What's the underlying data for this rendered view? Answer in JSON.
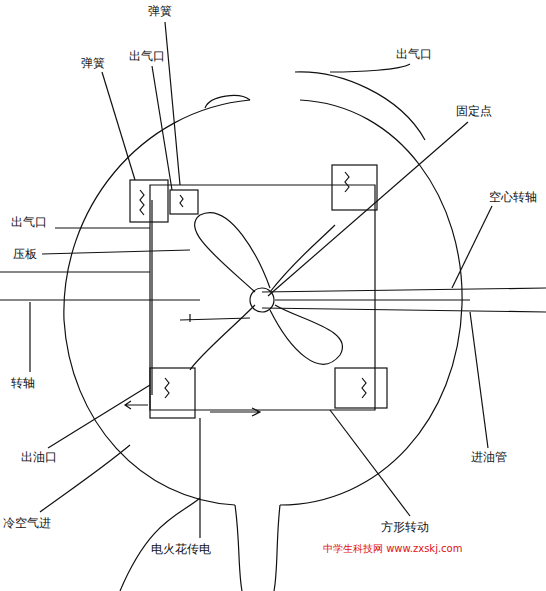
{
  "diagram": {
    "labels": [
      "弹簧",
      "弹簧",
      "出气口",
      "出气口",
      "固定点",
      "空心转轴",
      "出气口",
      "压板",
      "转轴",
      "出油口",
      "进油管",
      "冷空气进",
      "方形转动",
      "电火花传电",
      "中学生科技网 www.zxskj.com"
    ]
  }
}
